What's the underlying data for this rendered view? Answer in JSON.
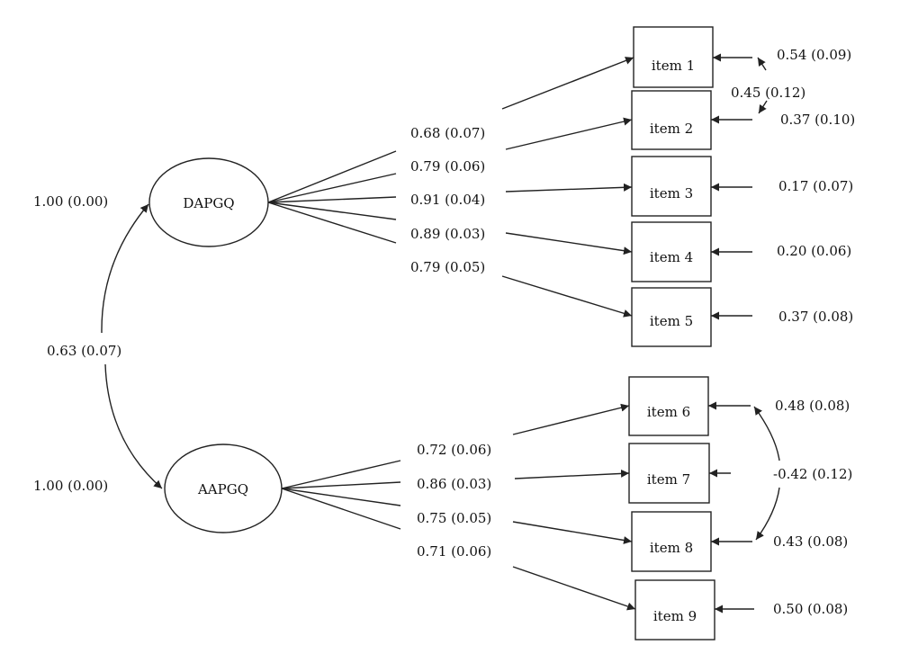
{
  "factors": [
    {
      "id": "DAPGQ",
      "label": "DAPGQ",
      "variance": "1.00 (0.00)"
    },
    {
      "id": "AAPGQ",
      "label": "AAPGQ",
      "variance": "1.00 (0.00)"
    }
  ],
  "factor_correlation": "0.63 (0.07)",
  "items": [
    {
      "label": "item 1",
      "factor": "DAPGQ",
      "loading": "0.68 (0.07)",
      "error": "0.54 (0.09)"
    },
    {
      "label": "item 2",
      "factor": "DAPGQ",
      "loading": "0.79 (0.06)",
      "error": "0.37 (0.10)"
    },
    {
      "label": "item 3",
      "factor": "DAPGQ",
      "loading": "0.91 (0.04)",
      "error": "0.17 (0.07)"
    },
    {
      "label": "item 4",
      "factor": "DAPGQ",
      "loading": "0.89 (0.03)",
      "error": "0.20 (0.06)"
    },
    {
      "label": "item 5",
      "factor": "DAPGQ",
      "loading": "0.79 (0.05)",
      "error": "0.37 (0.08)"
    },
    {
      "label": "item 6",
      "factor": "AAPGQ",
      "loading": "0.72 (0.06)",
      "error": "0.48 (0.08)"
    },
    {
      "label": "item 7",
      "factor": "AAPGQ",
      "loading": "0.86 (0.03)",
      "error": ""
    },
    {
      "label": "item 8",
      "factor": "AAPGQ",
      "loading": "0.75 (0.05)",
      "error": "0.43 (0.08)"
    },
    {
      "label": "item 9",
      "factor": "AAPGQ",
      "loading": "0.71 (0.06)",
      "error": "0.50 (0.08)"
    }
  ],
  "error_covariances": [
    {
      "between": [
        "item 1",
        "item 2"
      ],
      "value": "0.45 (0.12)"
    },
    {
      "between": [
        "item 6",
        "item 8"
      ],
      "value": "-0.42 (0.12)"
    }
  ]
}
